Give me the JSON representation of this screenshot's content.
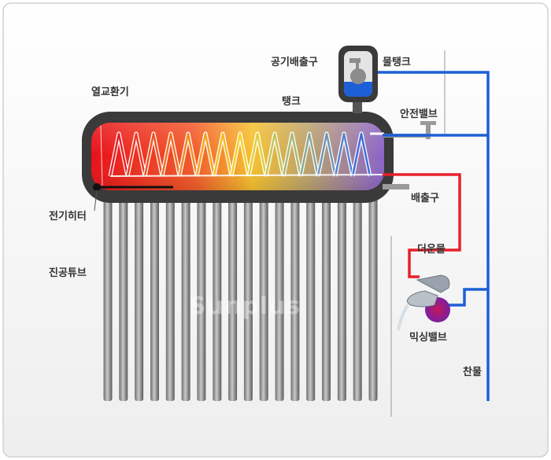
{
  "labels": {
    "air_vent": "공기배출구",
    "water_tank": "물탱크",
    "heat_exchanger": "열교환기",
    "tank": "탱크",
    "safety_valve": "안전밸브",
    "drain": "배출구",
    "electric_heater": "전기히터",
    "vacuum_tube": "진공튜브",
    "hot_water": "더운물",
    "mixing_valve": "믹싱밸브",
    "cold_water": "찬물"
  },
  "watermark": "Sunplus",
  "colors": {
    "hot_pipe": "#e8202a",
    "cold_pipe": "#1d5fd6",
    "tank_body": "#3a3a3a",
    "tube": "#8a8a8a"
  },
  "tube_count": 18
}
